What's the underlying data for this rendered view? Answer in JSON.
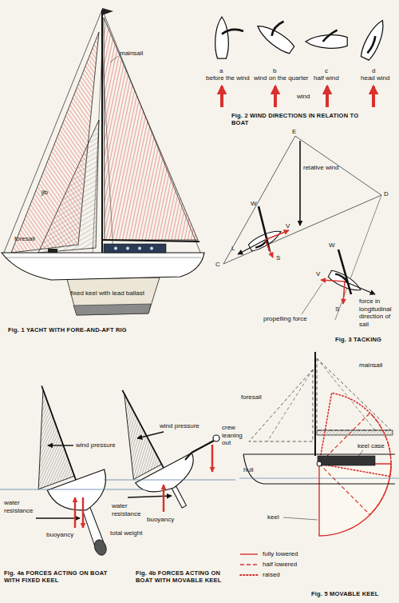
{
  "diagram": {
    "labels": [
      "mainsail",
      "jib",
      "foresail",
      "fixed keel with lead ballast",
      "Fig. 1 YACHT WITH FORE-AND-AFT RIG",
      "a",
      "before the wind",
      "b",
      "wind on the quarter",
      "c",
      "half wind",
      "d",
      "head wind",
      "wind",
      "Fig. 2 WIND DIRECTIONS IN RELATION TO BOAT",
      "E",
      "relative wind",
      "D",
      "W",
      "V",
      "S",
      "L",
      "C",
      "V",
      "W",
      "S",
      "propelling force",
      "force in longitudinal direction of sail",
      "Fig. 3 TACKING",
      "wind pressure",
      "water resistance",
      "buoyancy",
      "total weight",
      "Fig. 4a FORCES ACTING ON BOAT WITH FIXED KEEL",
      "wind pressure",
      "crew leaning out",
      "water resistance",
      "buoyancy",
      "Fig. 4b FORCES ACTING ON BOAT WITH MOVABLE KEEL",
      "mainsail",
      "foresail",
      "keel case",
      "hull",
      "keel",
      "Fig. 5 MOVABLE KEEL"
    ],
    "legend": [
      {
        "text": "fully lowered"
      },
      {
        "text": "half lowered"
      },
      {
        "text": "raised"
      }
    ]
  }
}
